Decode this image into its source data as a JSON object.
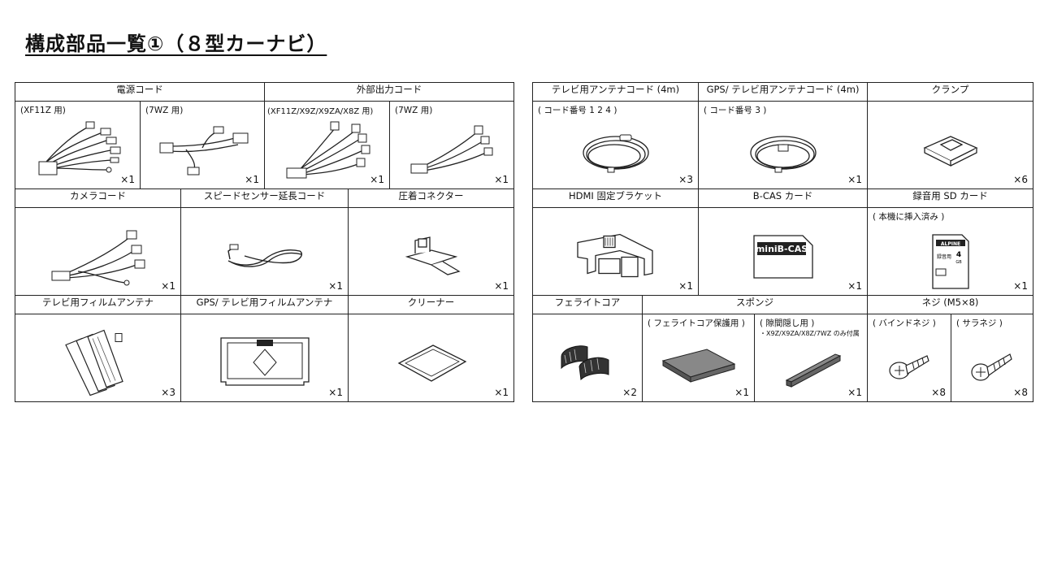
{
  "title": "構成部品一覧①（８型カーナビ）",
  "left": {
    "row1": {
      "power": "電源コード",
      "out": "外部出力コード",
      "c1": {
        "sub": "(XF11Z 用)",
        "qty": "×1"
      },
      "c2": {
        "sub": "(7WZ 用)",
        "qty": "×1"
      },
      "c3": {
        "sub": "(XF11Z/X9Z/X9ZA/X8Z 用)",
        "qty": "×1"
      },
      "c4": {
        "sub": "(7WZ 用)",
        "qty": "×1"
      }
    },
    "row2": {
      "h1": "カメラコード",
      "h2": "スピードセンサー延長コード",
      "h3": "圧着コネクター",
      "q1": "×1",
      "q2": "×1",
      "q3": "×1"
    },
    "row3": {
      "h1": "テレビ用フィルムアンテナ",
      "h2": "GPS/ テレビ用フィルムアンテナ",
      "h3": "クリーナー",
      "q1": "×3",
      "q2": "×1",
      "q3": "×1"
    }
  },
  "right": {
    "row1": {
      "h1": "テレビ用アンテナコード (4m)",
      "h2": "GPS/ テレビ用アンテナコード (4m)",
      "h3": "クランプ",
      "s1": "( コード番号 1 2 4 )",
      "s2": "( コード番号 3 )",
      "q1": "×3",
      "q2": "×1",
      "q3": "×6"
    },
    "row2": {
      "h1": "HDMI 固定ブラケット",
      "h2": "B-CAS カード",
      "h3": "録音用 SD カード",
      "s3": "( 本機に挿入済み )",
      "card_text": "miniB-CAS",
      "sd_brand": "ALPINE",
      "sd_label": "録音用",
      "sd_size": "4",
      "sd_unit": "GB",
      "q1": "×1",
      "q2": "×1",
      "q3": "×1"
    },
    "row3": {
      "h1": "フェライトコア",
      "h2": "スポンジ",
      "h3": "ネジ (M5×8)",
      "s2a": "( フェライトコア保護用 )",
      "s2b": "( 隙間隠し用 )",
      "note2b": "・X9Z/X9ZA/X8Z/7WZ のみ付属",
      "s3a": "( バインドネジ )",
      "s3b": "( サラネジ )",
      "q1": "×2",
      "q2a": "×1",
      "q2b": "×1",
      "q3a": "×8",
      "q3b": "×8"
    }
  }
}
